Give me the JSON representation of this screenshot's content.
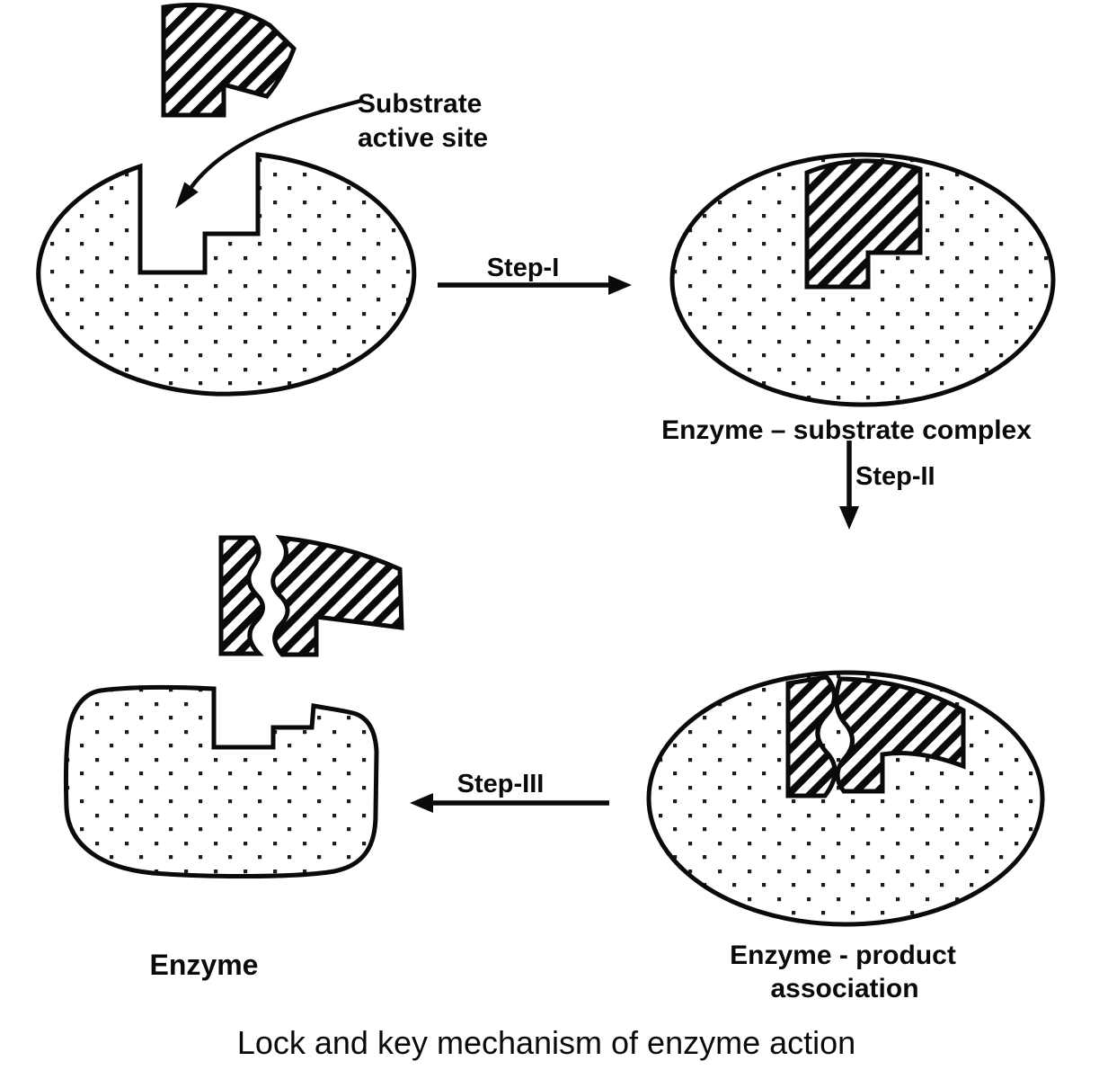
{
  "diagram": {
    "caption": "Lock and key mechanism of enzyme action",
    "colors": {
      "ink": "#0a0a0a",
      "paper": "#ffffff"
    },
    "labels": {
      "substrate_pointer_line1": "Substrate",
      "substrate_pointer_line2": "active site",
      "step_1": "Step-I",
      "step_2": "Step-II",
      "step_3": "Step-III",
      "enzyme_substrate_complex": "Enzyme – substrate complex",
      "enzyme_product_line1": "Enzyme - product",
      "enzyme_product_line2": "association",
      "enzyme": "Enzyme"
    }
  }
}
